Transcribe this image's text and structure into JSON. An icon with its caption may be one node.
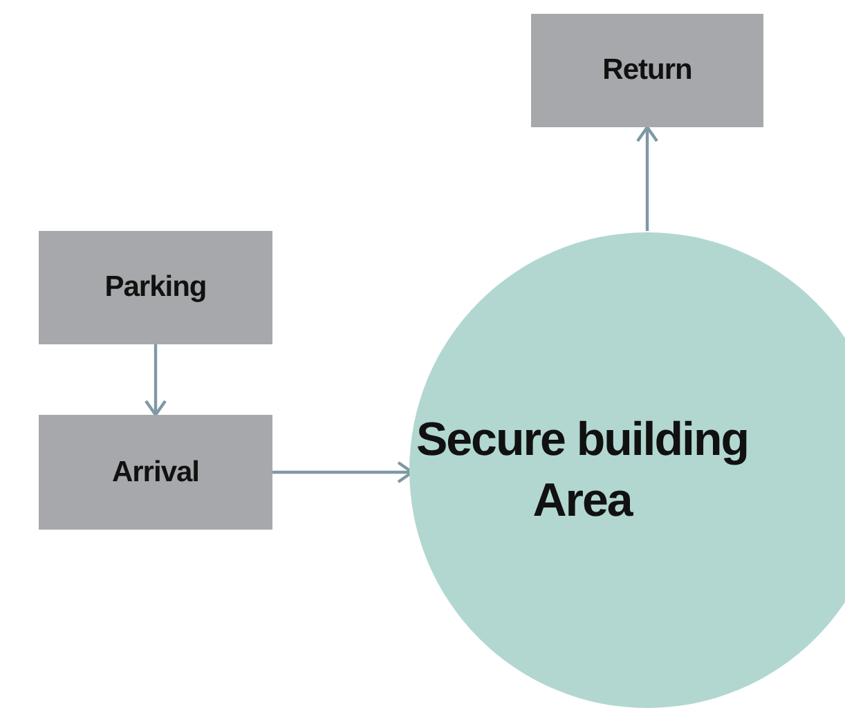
{
  "diagram": {
    "nodes": [
      {
        "text": [
          "Return"
        ]
      },
      {
        "text": [
          "Parking"
        ]
      },
      {
        "text": [
          "Arrival"
        ]
      },
      {
        "text": [
          "Secure building Area"
        ]
      }
    ],
    "edges": [
      {
        "from": 1,
        "to": 2,
        "arrow": "to"
      },
      {
        "from": 2,
        "to": 3,
        "arrow": "to"
      },
      {
        "from": 3,
        "to": 0,
        "arrow": "to"
      }
    ]
  }
}
